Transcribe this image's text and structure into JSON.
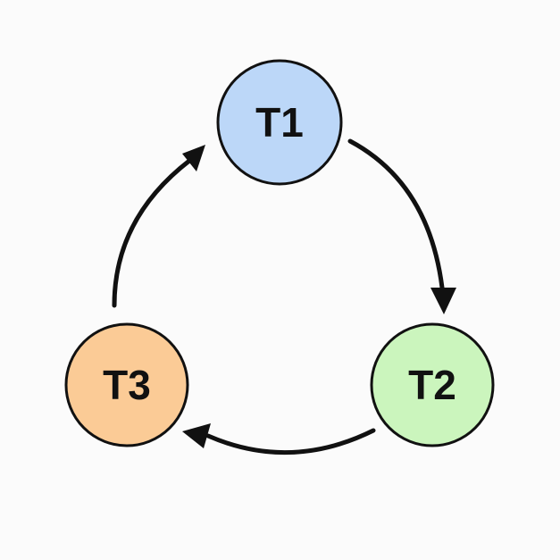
{
  "diagram": {
    "type": "cycle",
    "nodes": [
      {
        "id": "t1",
        "label": "T1",
        "fill": "#bcd7f8"
      },
      {
        "id": "t2",
        "label": "T2",
        "fill": "#cbf5bd"
      },
      {
        "id": "t3",
        "label": "T3",
        "fill": "#fbcb96"
      }
    ],
    "edges": [
      {
        "from": "T1",
        "to": "T2"
      },
      {
        "from": "T2",
        "to": "T3"
      },
      {
        "from": "T3",
        "to": "T1"
      }
    ],
    "colors": {
      "stroke": "#111111",
      "background": "#fbfbfb"
    }
  }
}
